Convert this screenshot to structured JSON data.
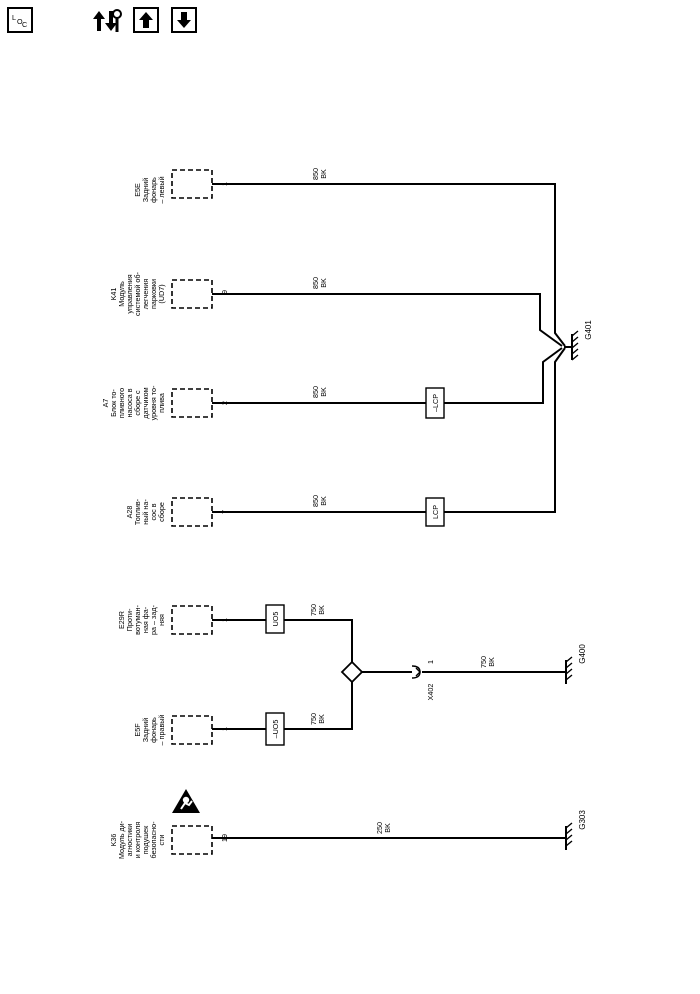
{
  "toolbar": {
    "oc_button_label": "L O C",
    "wrench_icon": "wrench-updown-icon",
    "up_icon": "arrow-up-icon",
    "down_icon": "arrow-down-icon"
  },
  "components": [
    {
      "ref": "E5E",
      "name_lines": [
        "Задний",
        "фонарь",
        "– левый"
      ],
      "pin": "1"
    },
    {
      "ref": "K41",
      "name_lines": [
        "Модуль",
        "управления",
        "системой об-",
        "легчения",
        "парковки",
        "(UD7)"
      ],
      "pin": "9"
    },
    {
      "ref": "A7",
      "name_lines": [
        "Блок то-",
        "пливного",
        "насоса в",
        "сборе с",
        "датчиком",
        "уровня то-",
        "плива"
      ],
      "pin": "2"
    },
    {
      "ref": "A28",
      "name_lines": [
        "Топлив-",
        "ный на-",
        "сос в",
        "сборе"
      ],
      "pin": "7"
    },
    {
      "ref": "E29R",
      "name_lines": [
        "Проти-",
        "вотуман-",
        "ная фа-",
        "ра – зад-",
        "няя"
      ],
      "pin": "1"
    },
    {
      "ref": "E5F",
      "name_lines": [
        "Задний",
        "фонарь",
        "– правый"
      ],
      "pin": "1"
    },
    {
      "ref": "K36",
      "name_lines": [
        "Модуль ди-",
        "агностики",
        "и контроля",
        "подушек",
        "безопасно-",
        "сти"
      ],
      "pin": "19"
    }
  ],
  "wires": {
    "w850": {
      "gauge": "850",
      "color": "BK"
    },
    "w750": {
      "gauge": "750",
      "color": "BK"
    },
    "w250": {
      "gauge": "250",
      "color": "BK"
    }
  },
  "options": {
    "lcp_neg": "–LCP",
    "lcp": "LCP",
    "uo5": "UO5",
    "uo5_neg": "–UO5"
  },
  "connector": {
    "ref": "X402",
    "pin": "1"
  },
  "grounds": {
    "g401": "G401",
    "g400": "G400",
    "g303": "G303"
  }
}
